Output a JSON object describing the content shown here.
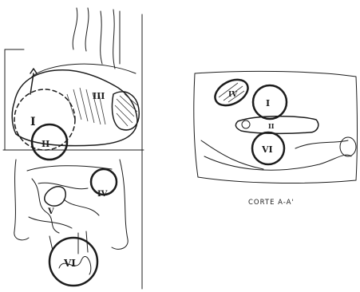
{
  "caption": "CORTE A-A'",
  "left_panel": {
    "labels": {
      "I": "I",
      "II": "II",
      "III": "III",
      "IV": "IV",
      "V": "V",
      "VI": "VI"
    }
  },
  "right_panel": {
    "labels": {
      "I": "I",
      "II": "II",
      "IV": "IV",
      "VI": "VI"
    }
  },
  "colors": {
    "ink": "#1c1c1c",
    "paper": "#ffffff"
  }
}
